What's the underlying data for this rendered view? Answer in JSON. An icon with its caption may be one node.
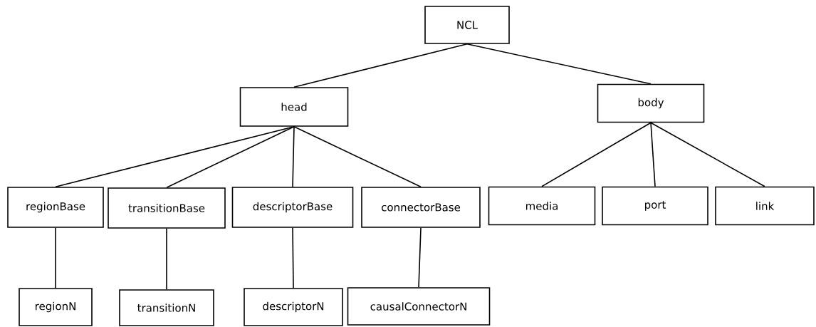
{
  "diagram": {
    "nodes": [
      {
        "text": [
          "NCL"
        ]
      },
      {
        "text": [
          "head"
        ]
      },
      {
        "text": [
          "body"
        ]
      },
      {
        "text": [
          "regionBase"
        ]
      },
      {
        "text": [
          "transitionBase"
        ]
      },
      {
        "text": [
          "descriptorBase"
        ]
      },
      {
        "text": [
          "connectorBase"
        ]
      },
      {
        "text": [
          "media"
        ]
      },
      {
        "text": [
          "port"
        ]
      },
      {
        "text": [
          "link"
        ]
      },
      {
        "text": [
          "regionN"
        ]
      },
      {
        "text": [
          "transitionN"
        ]
      },
      {
        "text": [
          "descriptorN"
        ]
      },
      {
        "text": [
          "causalConnectorN"
        ]
      }
    ],
    "edges": [
      {
        "from": 0,
        "to": 1,
        "arrow": "none"
      },
      {
        "from": 0,
        "to": 2,
        "arrow": "none"
      },
      {
        "from": 1,
        "to": 3,
        "arrow": "none"
      },
      {
        "from": 1,
        "to": 4,
        "arrow": "none"
      },
      {
        "from": 1,
        "to": 5,
        "arrow": "none"
      },
      {
        "from": 1,
        "to": 6,
        "arrow": "none"
      },
      {
        "from": 2,
        "to": 7,
        "arrow": "none"
      },
      {
        "from": 2,
        "to": 8,
        "arrow": "none"
      },
      {
        "from": 2,
        "to": 9,
        "arrow": "none"
      },
      {
        "from": 3,
        "to": 10,
        "arrow": "none"
      },
      {
        "from": 4,
        "to": 11,
        "arrow": "none"
      },
      {
        "from": 5,
        "to": 12,
        "arrow": "none"
      },
      {
        "from": 6,
        "to": 13,
        "arrow": "none"
      }
    ]
  }
}
